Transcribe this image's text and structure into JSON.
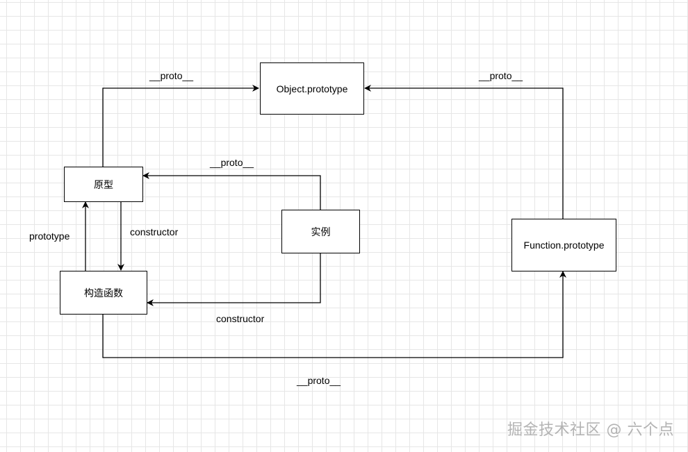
{
  "nodes": {
    "object_prototype": "Object.prototype",
    "prototype": "原型",
    "instance": "实例",
    "constructor_fn": "构造函数",
    "function_prototype": "Function.prototype"
  },
  "edge_labels": {
    "proto_top_left": "__proto__",
    "proto_top_right": "__proto__",
    "proto_instance": "__proto__",
    "prototype_link": "prototype",
    "constructor_link": "constructor",
    "constructor_instance": "constructor",
    "proto_bottom": "__proto__"
  },
  "watermark": "掘金技术社区 @ 六个点"
}
